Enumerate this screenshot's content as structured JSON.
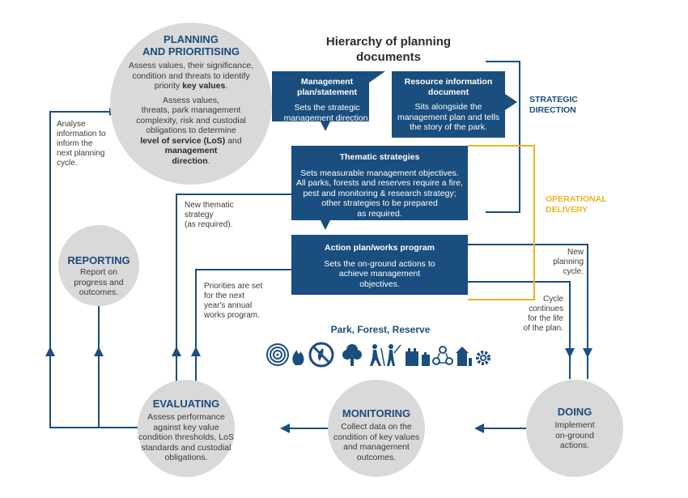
{
  "title": {
    "line1": "Hierarchy of planning",
    "line2": "documents"
  },
  "planning": {
    "title1": "PLANNING",
    "title2": "AND PRIORITISING",
    "p1_l1": "Assess values, their significance,",
    "p1_l2": "condition and threats to identify",
    "p1_l3a": "priority ",
    "p1_l3b": "key values",
    "p1_l3c": ".",
    "p2_l1": "Assess values,",
    "p2_l2": "threats, park management",
    "p2_l3": "complexity, risk and custodial",
    "p2_l4": "obligations to determine",
    "p2_l5a": "level of service (LoS)",
    "p2_l5b": " and",
    "p2_l6": "management",
    "p2_l7a": "direction",
    "p2_l7b": "."
  },
  "management_plan": {
    "title1": "Management",
    "title2": "plan/statement",
    "text1": "Sets the strategic",
    "text2": "management direction."
  },
  "resource_doc": {
    "title1": "Resource information",
    "title2": "document",
    "text1": "Sits alongside the",
    "text2": "management plan and tells",
    "text3": "the story of the park."
  },
  "thematic": {
    "title": "Thematic strategies",
    "text1": "Sets measurable management objectives.",
    "text2": "All parks, forests and reserves require a fire,",
    "text3": "pest and monitoring & research strategy;",
    "text4": "other strategies to be prepared",
    "text5": "as required."
  },
  "action_plan": {
    "title": "Action plan/works program",
    "text1": "Sets the on-ground actions to",
    "text2": "achieve  management",
    "text3": "objectives."
  },
  "strategic_direction": {
    "line1": "STRATEGIC",
    "line2": "DIRECTION",
    "color": "#1b4c7c"
  },
  "operational_delivery": {
    "line1": "OPERATIONAL",
    "line2": "DELIVERY",
    "color": "#f0b323"
  },
  "notes": {
    "analyse": [
      "Analyse",
      "information to",
      "inform the",
      "next planning",
      "cycle."
    ],
    "new_thematic": [
      "New thematic",
      "strategy",
      "(as required)."
    ],
    "priorities": [
      "Priorities are set",
      "for the next",
      "year's annual",
      "works program."
    ],
    "new_cycle": [
      "New",
      "planning",
      "cycle."
    ],
    "cycle_continues": [
      "Cycle",
      "continues",
      "for the life",
      "of the plan."
    ]
  },
  "reporting": {
    "title": "REPORTING",
    "text": [
      "Report on",
      "progress and",
      "outcomes."
    ]
  },
  "evaluating": {
    "title": "EVALUATING",
    "text": [
      "Assess performance",
      "against key value",
      "condition thresholds, LoS",
      "standards and custodial",
      "obligations."
    ]
  },
  "monitoring": {
    "title": "MONITORING",
    "text": [
      "Collect data on the",
      "condition of key values",
      "and management",
      "outcomes."
    ]
  },
  "doing": {
    "title": "DOING",
    "text": [
      "Implement",
      "on-ground",
      "actions."
    ]
  },
  "park_label": "Park, Forest, Reserve",
  "icons": [
    "target-icon",
    "fire-icon",
    "no-weeds-icon",
    "tree-icon",
    "hiker-icon",
    "heritage-figure-icon",
    "fort-icon",
    "community-icon",
    "building-icon",
    "gear-settings-icon"
  ],
  "colors": {
    "navy": "#1a4e7e",
    "title_blue": "#1b4c7c",
    "circle_grey": "#d9d9d9",
    "yellow": "#f0b323"
  }
}
